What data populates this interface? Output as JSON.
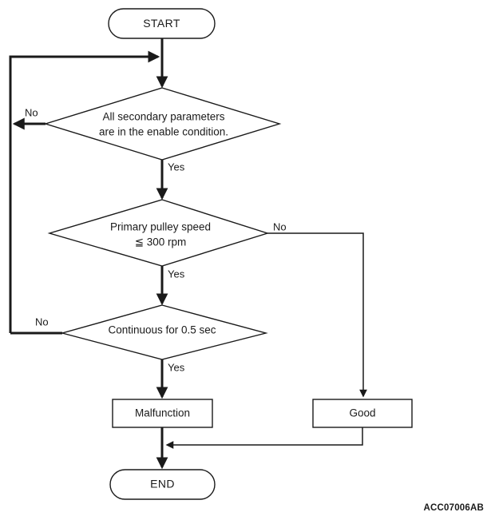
{
  "diagram": {
    "type": "flowchart",
    "reference_code": "ACC07006AB",
    "nodes": {
      "start": {
        "label": "START",
        "shape": "terminator"
      },
      "decision_1": {
        "line1": "All secondary parameters",
        "line2": "are in the enable condition.",
        "shape": "decision"
      },
      "decision_2": {
        "line1": "Primary pulley speed",
        "line2": "≦ 300 rpm",
        "shape": "decision"
      },
      "decision_3": {
        "line1": "Continuous for 0.5 sec",
        "shape": "decision"
      },
      "malfunction": {
        "label": "Malfunction",
        "shape": "process"
      },
      "good": {
        "label": "Good",
        "shape": "process"
      },
      "end": {
        "label": "END",
        "shape": "terminator"
      }
    },
    "edge_labels": {
      "d1_no": "No",
      "d1_yes": "Yes",
      "d2_no": "No",
      "d2_yes": "Yes",
      "d3_no": "No",
      "d3_yes": "Yes"
    },
    "colors": {
      "stroke": "#1a1a1a",
      "fill": "#ffffff",
      "background": "#ffffff"
    }
  }
}
